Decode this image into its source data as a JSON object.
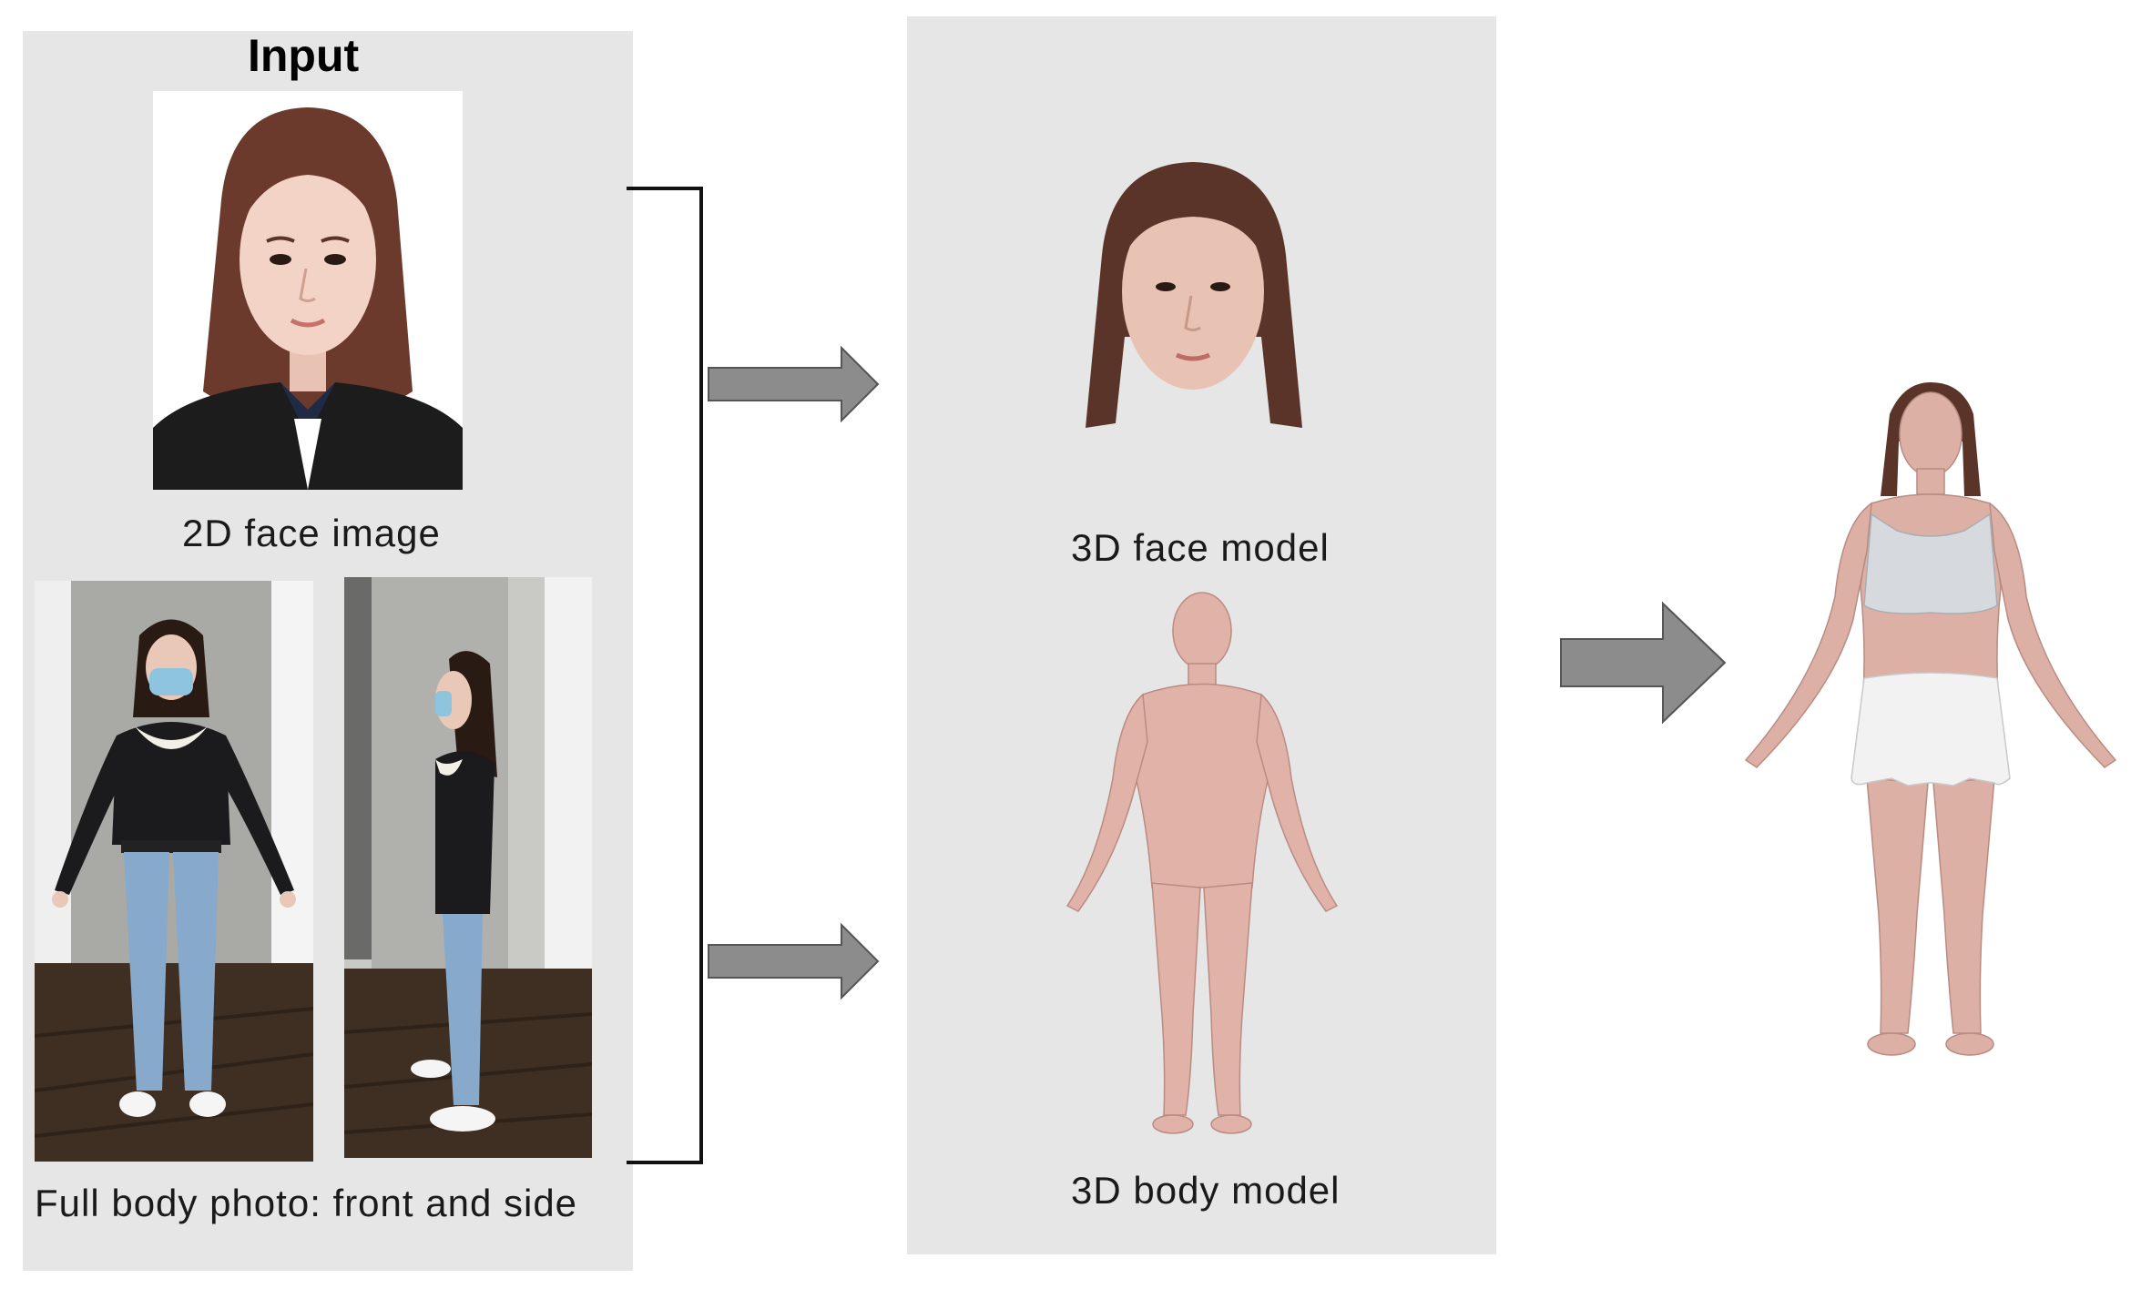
{
  "input_panel": {
    "title": "Input",
    "face_image_caption": "2D face image",
    "body_photo_caption": "Full body photo: front and side"
  },
  "models_panel": {
    "face_model_caption": "3D face model",
    "body_model_caption": "3D body model"
  },
  "colors": {
    "panel_bg": "#e6e6e6",
    "arrow_fill": "#8c8c8c",
    "skin": "#e0b2a8",
    "hair": "#5a3428",
    "jacket": "#1c1c1c",
    "jeans": "#86a9cc",
    "floor": "#3f2e22",
    "output_top": "#d6dade",
    "output_shorts": "#f2f2f2"
  },
  "icons": {
    "flow_arrow": "right-block-arrow-icon",
    "bracket": "merge-bracket-icon"
  }
}
